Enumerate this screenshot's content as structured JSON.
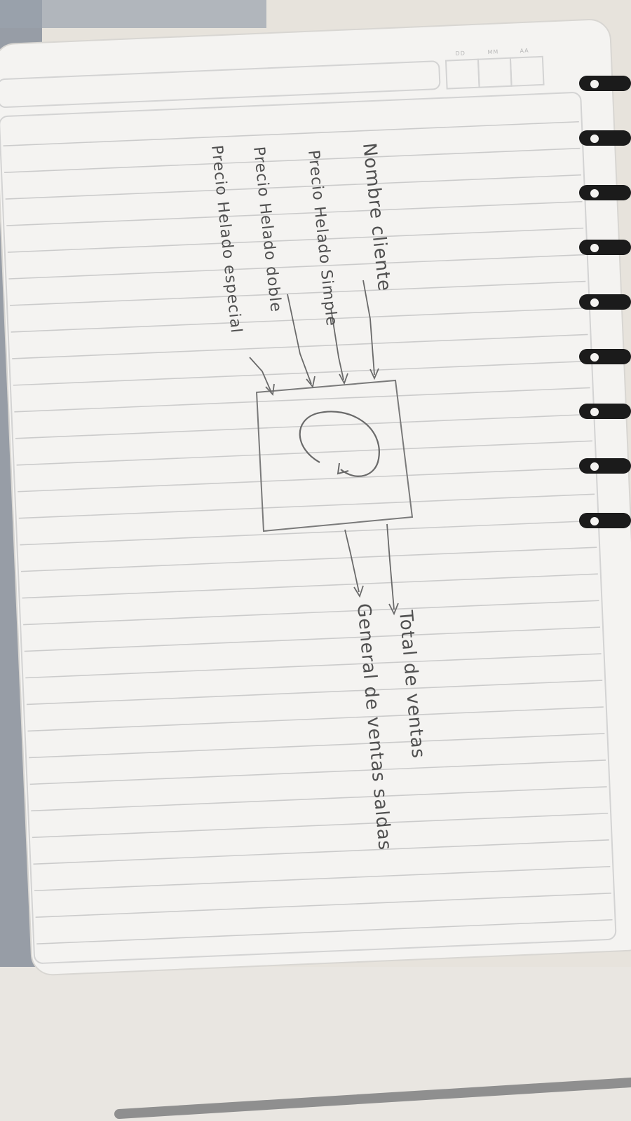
{
  "header": {
    "date_boxes": [
      "DD",
      "MM",
      "AA"
    ]
  },
  "diagram": {
    "process_symbol": "C",
    "inputs": [
      "Nombre cliente",
      "Precio Helado Simple",
      "Precio Helado doble",
      "Precio Helado especial"
    ],
    "outputs": [
      "Total de ventas",
      "General de ventas saldas"
    ]
  },
  "colors": {
    "paper": "#f4f3f1",
    "rule_line": "#c2c2c2",
    "pencil": "#5a5a5a",
    "table_surface": "#ece9e4",
    "spiral": "#1b1b1b"
  }
}
